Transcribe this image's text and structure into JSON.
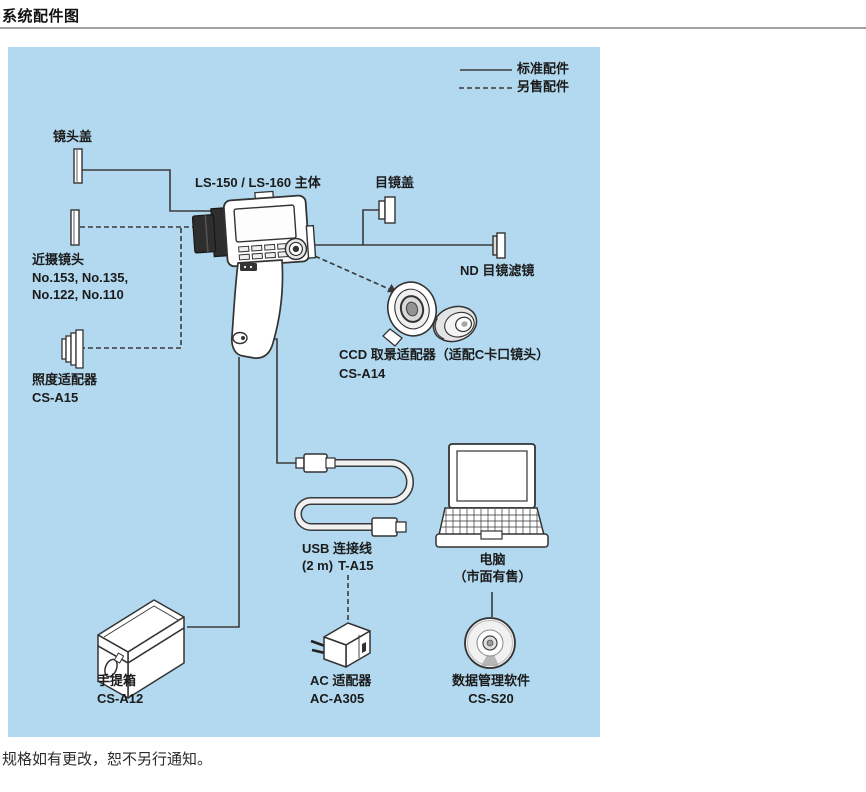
{
  "page": {
    "title": "系统配件图",
    "footer": "规格如有更改，恕不另行通知。"
  },
  "legend": {
    "standard": "标准配件",
    "optional": "另售配件"
  },
  "items": {
    "lens_cap": {
      "label": "镜头盖"
    },
    "main_body": {
      "label": "LS-150 / LS-160 主体"
    },
    "eyepiece_cap": {
      "label": "目镜盖"
    },
    "nd_filter": {
      "label": "ND 目镜滤镜"
    },
    "closeup_lens": {
      "label": "近摄镜头",
      "models_line1": "No.153, No.135,",
      "models_line2": "No.122, No.110"
    },
    "illuminance_adapter": {
      "label": "照度适配器",
      "code": "CS-A15"
    },
    "ccd_adapter": {
      "label": "CCD 取景适配器（适配C卡口镜头）",
      "code": "CS-A14"
    },
    "usb_cable": {
      "label": "USB 连接线",
      "length": "(2 m)",
      "code": "T-A15"
    },
    "computer": {
      "label": "电脑",
      "note": "（市面有售）"
    },
    "carrying_case": {
      "label": "手提箱",
      "code": "CS-A12"
    },
    "ac_adapter": {
      "label": "AC 适配器",
      "code": "AC-A305"
    },
    "software": {
      "label": "数据管理软件",
      "code": "CS-S20"
    }
  },
  "colors": {
    "diagram_bg": "#b2d9ef",
    "line": "#3a3a3a"
  }
}
